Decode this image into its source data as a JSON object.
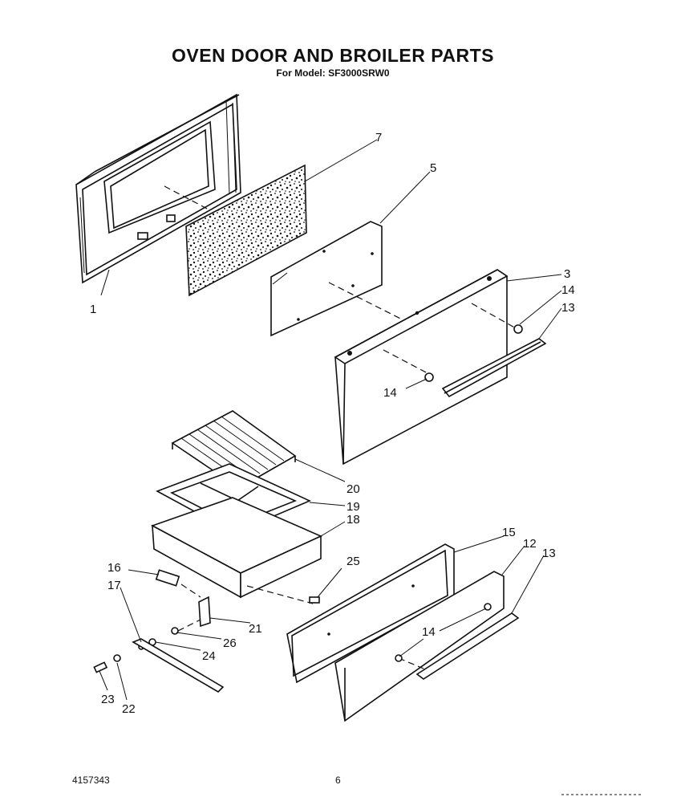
{
  "header": {
    "title": "OVEN DOOR AND BROILER PARTS",
    "subtitle": "For Model: SF3000SRW0"
  },
  "footer": {
    "doc_number": "4157343",
    "page_number": "6"
  },
  "callouts": {
    "c1": "1",
    "c7": "7",
    "c5": "5",
    "c3": "3",
    "c14a": "14",
    "c13a": "13",
    "c14b": "14",
    "c20": "20",
    "c19": "19",
    "c18": "18",
    "c15": "15",
    "c12": "12",
    "c13b": "13",
    "c25": "25",
    "c16": "16",
    "c17": "17",
    "c21": "21",
    "c26": "26",
    "c24": "24",
    "c14c": "14",
    "c23": "23",
    "c22": "22"
  }
}
